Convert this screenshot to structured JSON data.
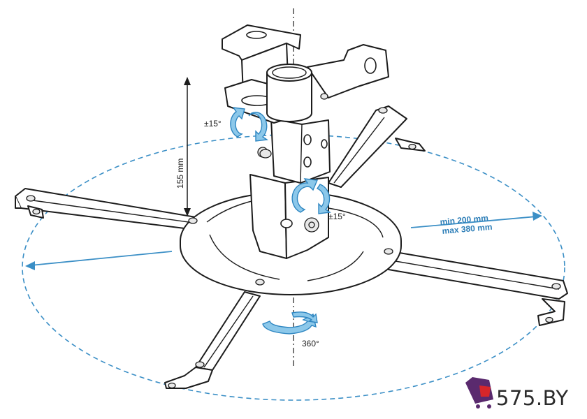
{
  "labels": {
    "tilt_top": "±15°",
    "tilt_side": "±15°",
    "height": "155 mm",
    "arm_min": "min 200 mm",
    "arm_max": "max 380 mm",
    "rotation": "360°"
  },
  "watermark": {
    "text": "575.BY",
    "icon": "shopping-cart-icon"
  },
  "colors": {
    "accent_blue": "#3b8fc6",
    "arrow_fill": "#8cc8ea",
    "line": "#1c1c1c",
    "brand_purple": "#5a2a6e"
  }
}
